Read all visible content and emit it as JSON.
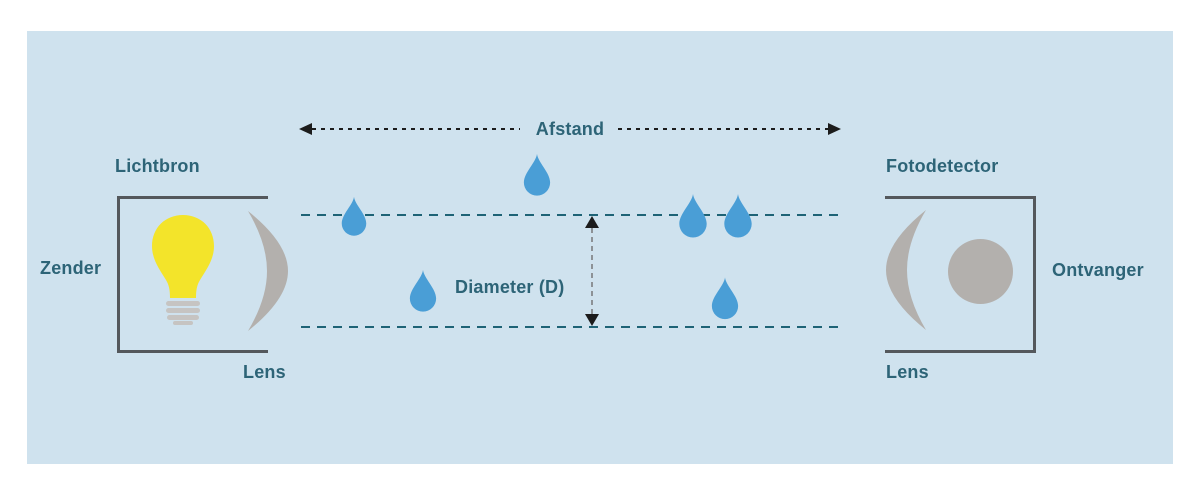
{
  "labels": {
    "afstand": "Afstand",
    "lichtbron": "Lichtbron",
    "zender": "Zender",
    "lens_left": "Lens",
    "diameter": "Diameter (D)",
    "fotodetector": "Fotodetector",
    "ontvanger": "Ontvanger",
    "lens_right": "Lens"
  },
  "colors": {
    "panel-bg": "#cfe2ee",
    "droplet-blue": "#4a9ed6",
    "bulb-yellow": "#f3e42a",
    "bulb-base-gray": "#c6c4c2",
    "lens-gray": "#b3b0ad",
    "box-border": "#54585c",
    "beam-dash": "#1e6376",
    "label-text": "#2d6477",
    "arrow-black": "#1c1c1c",
    "diameter-dash": "#8d9296"
  }
}
